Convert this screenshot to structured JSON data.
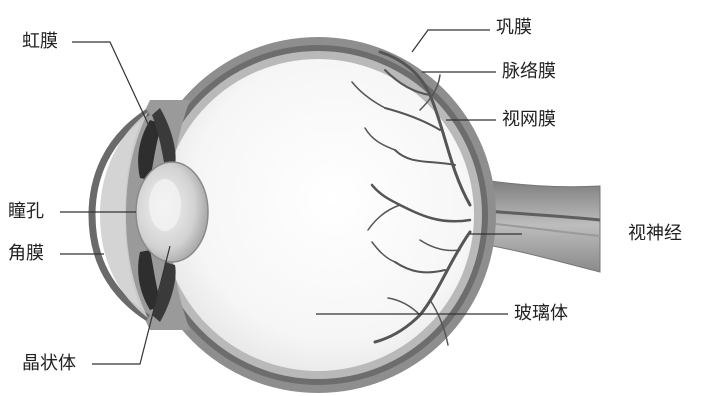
{
  "labels": {
    "iris": "虹膜",
    "pupil": "瞳孔",
    "cornea": "角膜",
    "lens": "晶状体",
    "sclera": "巩膜",
    "choroid": "脉络膜",
    "retina": "视网膜",
    "optic_nerve": "视神经",
    "vitreous": "玻璃体"
  }
}
